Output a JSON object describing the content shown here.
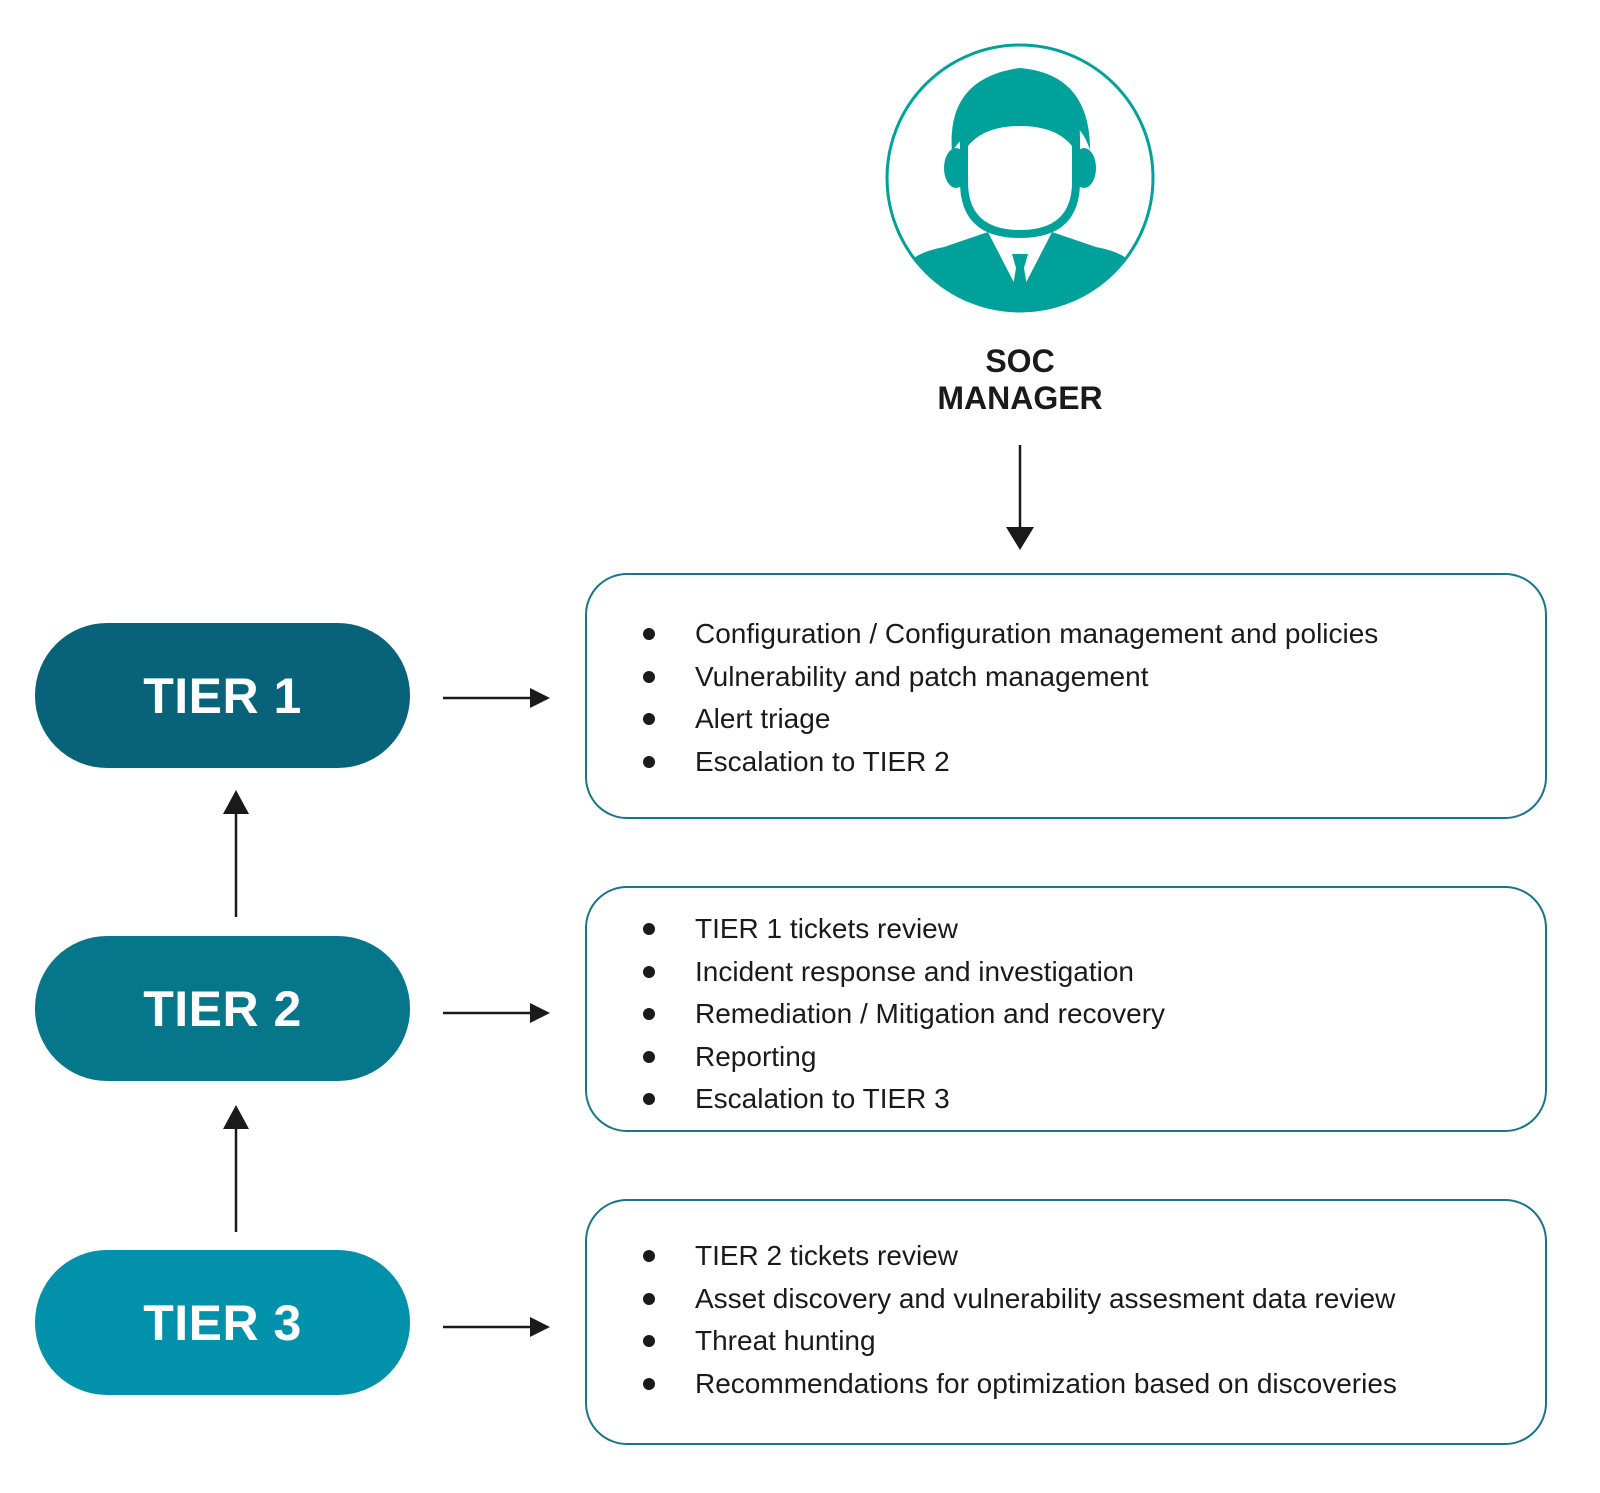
{
  "manager": {
    "label_line1": "SOC",
    "label_line2": "MANAGER",
    "icon": "person-icon",
    "accent_color": "#00a19a"
  },
  "tiers": [
    {
      "label": "TIER 1",
      "color": "#08627a",
      "tasks": [
        "Configuration /  Configuration management and policies",
        "Vulnerability and patch management",
        "Alert triage",
        "Escalation to TIER 2"
      ]
    },
    {
      "label": "TIER 2",
      "color": "#06768a",
      "tasks": [
        "TIER 1 tickets review",
        "Incident response and investigation",
        "Remediation / Mitigation and recovery",
        "Reporting",
        "Escalation to TIER 3"
      ]
    },
    {
      "label": "TIER 3",
      "color": "#0291ab",
      "tasks": [
        "TIER 2 tickets review",
        "Asset discovery and vulnerability assesment data review",
        "Threat hunting",
        "Recommendations for optimization based on discoveries"
      ]
    }
  ],
  "colors": {
    "box_border": "#1a7587",
    "arrow": "#1a1a1a"
  }
}
